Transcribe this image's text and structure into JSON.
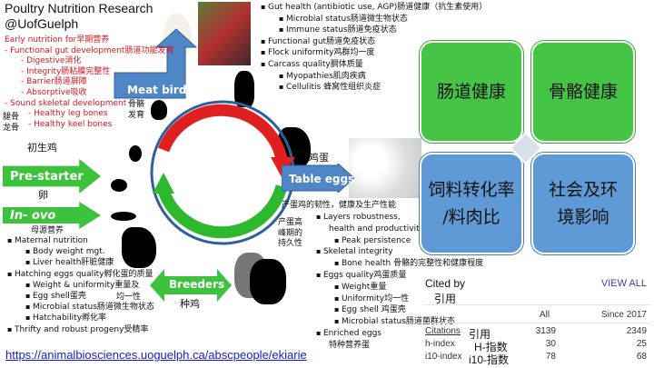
{
  "title": {
    "line1": "Poultry Nutrition Research",
    "line2": "@UofGuelph"
  },
  "early": {
    "heading": "Early nutrition for早期营养",
    "gut": "Functional gut development肠道功能发育",
    "items": [
      "Digestive消化",
      "Integrity肠粘膜完整性",
      "Barrier肠道屏障",
      "Absorptive吸收"
    ],
    "skeletal": "Sound skeletal development",
    "leg_cn": "腿骨",
    "keel_cn": "龙骨",
    "leg": "Healthy leg bones",
    "keel": "Healthy keel bones"
  },
  "meat_birds": {
    "label": "Meat birds",
    "bone_cn": "骨骼发育"
  },
  "meat_list": [
    {
      "t": "Gut health (antibiotic use, AGP)肠道健康（抗生素使用）",
      "l": 0
    },
    {
      "t": "Microbial status肠道微生物状态",
      "l": 1
    },
    {
      "t": "Immune status肠道免疫状态",
      "l": 1
    },
    {
      "t": "Functional gut肠道免疫状态",
      "l": 0
    },
    {
      "t": "Flock uniformity鸡群均一度",
      "l": 0
    },
    {
      "t": "Carcass quality胴体质量",
      "l": 0
    },
    {
      "t": "Myopathies肌肉疾病",
      "l": 1
    },
    {
      "t": "Cellulitis 蜂窝性组织炎症",
      "l": 1
    }
  ],
  "prestarter": {
    "cn": "初生鸡",
    "label": "Pre-starter"
  },
  "inovo": {
    "cn": "卵",
    "label": "In- ovo",
    "sub": "母源营养"
  },
  "breeder_list": [
    {
      "t": "Maternal nutrition",
      "l": 0
    },
    {
      "t": "Body weight mgt.",
      "l": 1
    },
    {
      "t": "Liver health肝脏健康",
      "l": 1
    },
    {
      "t": "Hatching eggs quality孵化蛋的质量",
      "l": 0
    },
    {
      "t": "Weight & uniformity重量及",
      "l": 1
    },
    {
      "t": "Egg shell蛋壳",
      "l": 1
    },
    {
      "t": "Microbial status肠道微生物状态",
      "l": 1
    },
    {
      "t": "Hatchability孵化率",
      "l": 1
    },
    {
      "t": "Thrifty and robust progeny受精率",
      "l": 0
    }
  ],
  "uniformity_cn": "均一性",
  "breeders": {
    "label": "Breeders",
    "cn": "种鸡"
  },
  "table_eggs": {
    "cn": "鸡蛋",
    "label": "Table eggs",
    "heading": "产蛋鸡的韧性，健康及生产性能",
    "peak_cn": "产蛋高峰期的持久性"
  },
  "layer_list": [
    {
      "t": "Layers robustness,",
      "l": 0
    },
    {
      "t": "health and productivity",
      "l": 2
    },
    {
      "t": "Peak persistence",
      "l": 1
    },
    {
      "t": "Skeletal integrity",
      "l": 0
    },
    {
      "t": "Bone health 骨骼的完整性和健康程度",
      "l": 1
    },
    {
      "t": "Eggs quality鸡蛋质量",
      "l": 0
    },
    {
      "t": "Weight重量",
      "l": 1
    },
    {
      "t": "Uniformity均一性",
      "l": 1
    },
    {
      "t": "Egg shell 鸡蛋壳",
      "l": 1
    },
    {
      "t": "Microbial status肠道菌群状态",
      "l": 1
    },
    {
      "t": "Enriched eggs",
      "l": 0
    },
    {
      "t": "特种营养蛋",
      "l": 2
    }
  ],
  "quadrants": [
    "肠道健康",
    "骨骼健康",
    "饲料转化率\n/料肉比",
    "社会及环境影响"
  ],
  "citations": {
    "cited_by": "Cited by",
    "cited_cn": "引用",
    "view_all": "VIEW ALL",
    "col_all": "All",
    "col_since": "Since 2017",
    "rows": [
      {
        "label": "Citations",
        "cn": "引用",
        "all": "3139",
        "since": "2349"
      },
      {
        "label": "h-index",
        "cn": "H-指数",
        "all": "30",
        "since": "25"
      },
      {
        "label": "i10-index",
        "cn": "i10-指数",
        "all": "78",
        "since": "68"
      }
    ]
  },
  "url": "https://animalbiosciences.uoguelph.ca/abscpeople/ekiarie"
}
